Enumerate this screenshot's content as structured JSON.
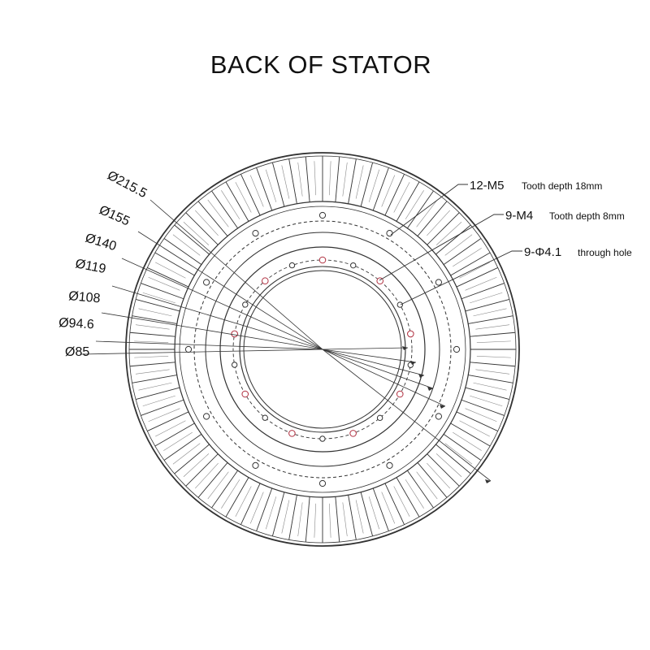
{
  "title": "BACK OF STATOR",
  "diameters": [
    {
      "label": "Ø215.5",
      "value": 215.5
    },
    {
      "label": "Ø155",
      "value": 155
    },
    {
      "label": "Ø140",
      "value": 140
    },
    {
      "label": "Ø119",
      "value": 119
    },
    {
      "label": "Ø108",
      "value": 108
    },
    {
      "label": "Ø94.6",
      "value": 94.6
    },
    {
      "label": "Ø85",
      "value": 85
    }
  ],
  "callouts": [
    {
      "main": "12-M5",
      "sub": "Tooth depth 18mm",
      "count": 12
    },
    {
      "main": "9-M4",
      "sub": "Tooth depth 8mm",
      "count": 9
    },
    {
      "main": "9-Φ4.1",
      "sub": "through hole",
      "count": 9
    }
  ],
  "slot_count": 72,
  "colors": {
    "line": "#333333",
    "hole_red": "#b03040",
    "text": "#111111"
  }
}
